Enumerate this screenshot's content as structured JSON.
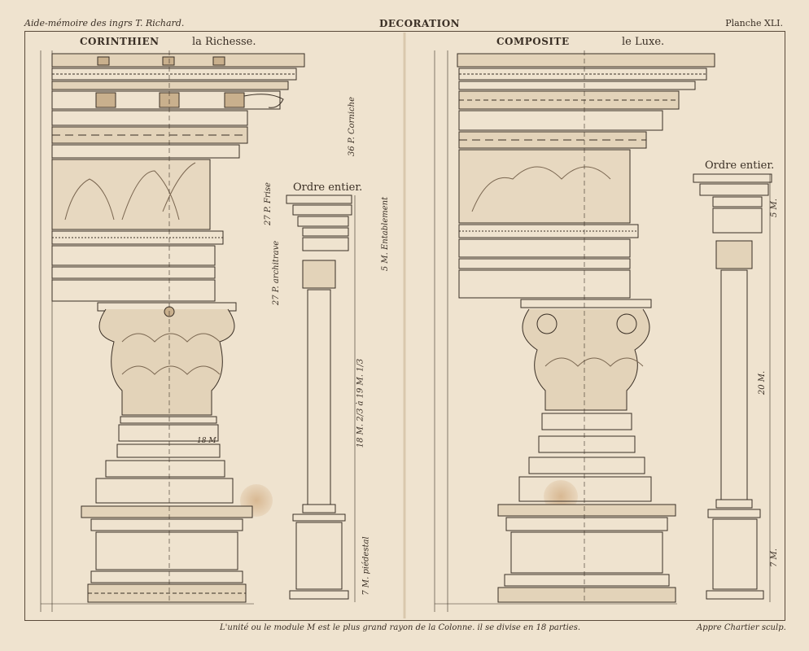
{
  "header": {
    "left": "Aide-mémoire des ingrs T. Richard.",
    "center": "DECORATION",
    "right": "Planche XLI."
  },
  "left_order": {
    "name": "CORINTHIEN",
    "subtitle": "la Richesse.",
    "full_label": "Ordre entier."
  },
  "right_order": {
    "name": "COMPOSITE",
    "subtitle": "le Luxe.",
    "full_label": "Ordre entier."
  },
  "footer": {
    "caption": "L'unité ou le module M est le plus grand rayon de la Colonne. il se divise en 18 parties.",
    "engraver": "Appre Chartier sculp."
  },
  "labels": {
    "corniche": "36 P. Corniche",
    "frise": "27 P. Frise",
    "architrave": "27 P. architrave",
    "entablement": "5 M. Entablement",
    "fut": "18 M. 2/3 à 19 M. 1/3",
    "piedestal": "7 M. piédestal",
    "module_18": "18 M",
    "comp_fut": "20 M.",
    "comp_ent": "5 M.",
    "comp_ped": "7 M."
  },
  "colors": {
    "paper": "#efe3cf",
    "ink": "#3a2f25",
    "stain": "#d8b892"
  }
}
